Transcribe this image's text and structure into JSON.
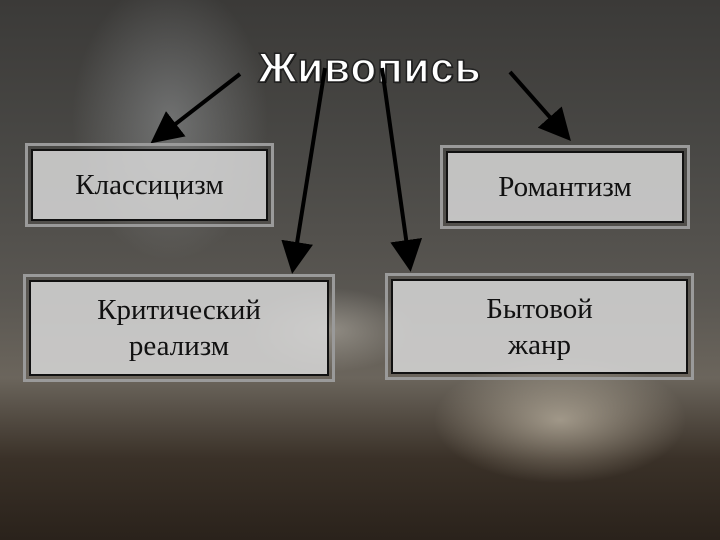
{
  "title": "Живопись",
  "boxes": [
    {
      "label": "Классицизм"
    },
    {
      "label": "Романтизм"
    },
    {
      "label": "Критический реализм"
    },
    {
      "label": "Бытовой жанр"
    }
  ]
}
